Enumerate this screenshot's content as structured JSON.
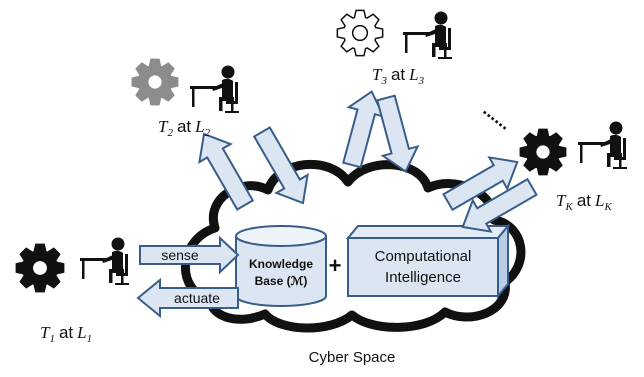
{
  "cloud": {
    "label": "Cyber Space"
  },
  "knowledge_base": {
    "line1": "Knowledge",
    "line2": "Base (ℳ)"
  },
  "plus_sign": "+",
  "computational_intelligence": {
    "line1": "Computational",
    "line2": "Intelligence"
  },
  "arrows": {
    "sense": "sense",
    "actuate": "actuate"
  },
  "ellipsis": "......",
  "tasks": [
    {
      "task": "T",
      "task_sub": "1",
      "at": "at",
      "loc": "L",
      "loc_sub": "1",
      "gear": "black"
    },
    {
      "task": "T",
      "task_sub": "2",
      "at": "at",
      "loc": "L",
      "loc_sub": "2",
      "gear": "gray"
    },
    {
      "task": "T",
      "task_sub": "3",
      "at": "at",
      "loc": "L",
      "loc_sub": "3",
      "gear": "white"
    },
    {
      "task": "T",
      "task_sub": "K",
      "at": "at",
      "loc": "L",
      "loc_sub": "K",
      "gear": "black"
    }
  ],
  "colors": {
    "arrow_fill": "#dce6f2",
    "arrow_stroke": "#385d8a",
    "gear_black": "#111111",
    "gear_gray": "#8c8c8c",
    "gear_white": "#ffffff",
    "box_top": "#e3ecf7",
    "box_side": "#b9cde6"
  }
}
